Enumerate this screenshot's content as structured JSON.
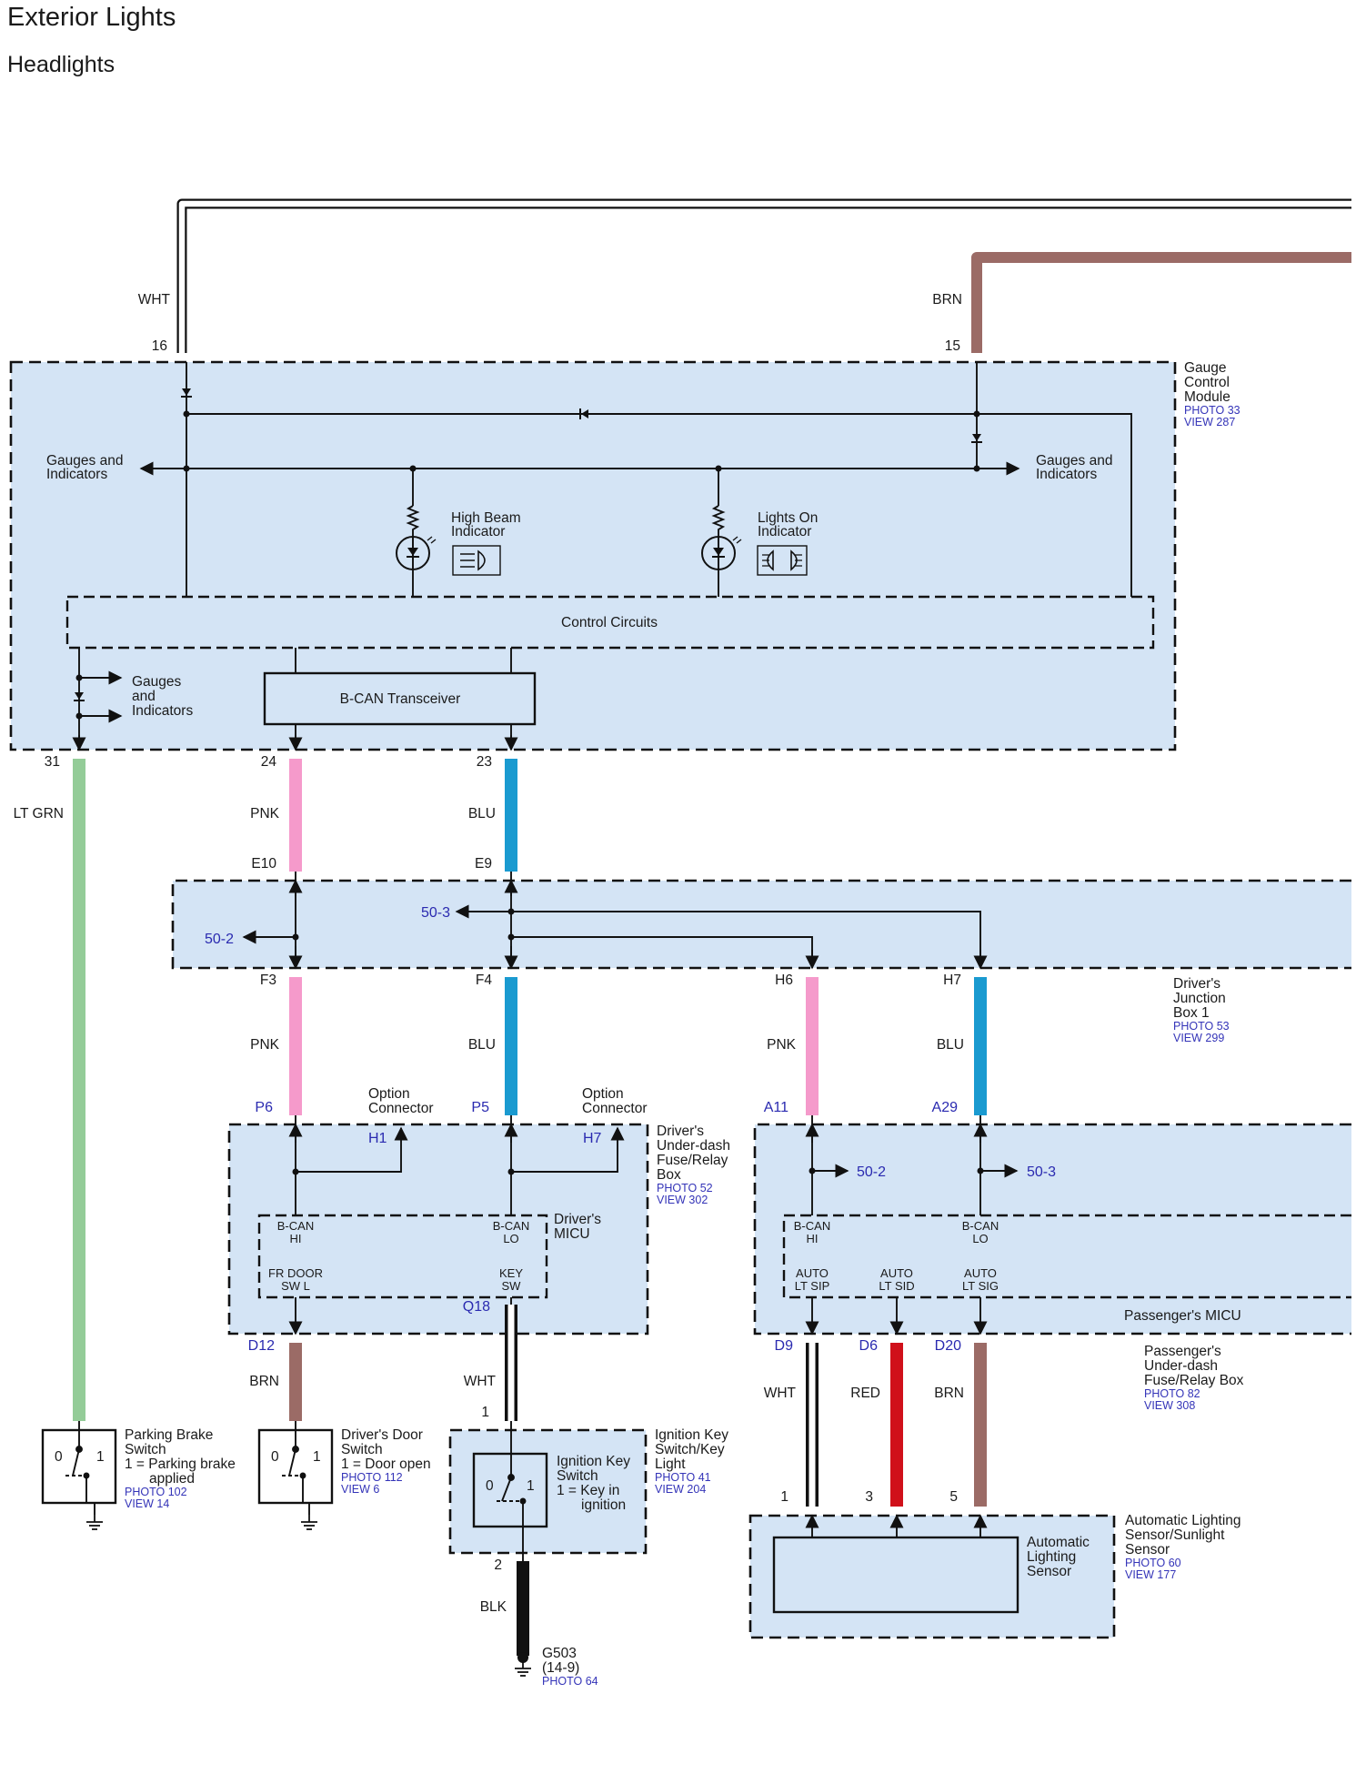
{
  "page_title": "Exterior Lights",
  "section_title": "Headlights",
  "gauge_module": {
    "name_lines": [
      "Gauge",
      "Control",
      "Module"
    ],
    "photo": "PHOTO 33",
    "view": "VIEW 287",
    "pin_16": "16",
    "pin_15": "15",
    "wire_16": "WHT",
    "wire_15": "BRN",
    "gauges_left": [
      "Gauges and",
      "Indicators"
    ],
    "gauges_right": [
      "Gauges and",
      "Indicators"
    ],
    "gauges_lower": [
      "Gauges",
      "and",
      "Indicators"
    ],
    "high_beam": [
      "High Beam",
      "Indicator"
    ],
    "lights_on": [
      "Lights On",
      "Indicator"
    ],
    "control_circuits": "Control Circuits",
    "bcan_transceiver": "B-CAN Transceiver",
    "pin_31": "31",
    "pin_24": "24",
    "pin_23": "23"
  },
  "wires_top": {
    "lt_grn": "LT GRN",
    "pnk": "PNK",
    "blu": "BLU"
  },
  "junction_box": {
    "name_lines": [
      "Driver's",
      "Junction",
      "Box 1"
    ],
    "photo": "PHOTO 53",
    "view": "VIEW 299",
    "pin_e10": "E10",
    "pin_e9": "E9",
    "ref_50_3": "50-3",
    "ref_50_2": "50-2",
    "pin_f3": "F3",
    "pin_f4": "F4",
    "pin_h6": "H6",
    "pin_h7": "H7",
    "wire_f3": "PNK",
    "wire_f4": "BLU",
    "wire_h6": "PNK",
    "wire_h7": "BLU"
  },
  "driver_fuse_box": {
    "name_lines": [
      "Driver's",
      "Under-dash",
      "Fuse/Relay",
      "Box"
    ],
    "photo": "PHOTO 52",
    "view": "VIEW 302",
    "pin_p6": "P6",
    "pin_p5": "P5",
    "option_connector": [
      "Option",
      "Connector"
    ],
    "pin_h1": "H1",
    "pin_h7": "H7",
    "micu_name": [
      "Driver's",
      "MICU"
    ],
    "bcan_hi": [
      "B-CAN",
      "HI"
    ],
    "bcan_lo": [
      "B-CAN",
      "LO"
    ],
    "fr_door": [
      "FR DOOR",
      "SW L"
    ],
    "key_sw": [
      "KEY",
      "SW"
    ],
    "pin_q18": "Q18",
    "pin_d12": "D12",
    "wire_d12": "BRN",
    "wire_q18": "WHT"
  },
  "passenger_fuse_box": {
    "name_lines": [
      "Passenger's",
      "Under-dash",
      "Fuse/Relay Box"
    ],
    "photo": "PHOTO 82",
    "view": "VIEW 308",
    "pin_a11": "A11",
    "pin_a29": "A29",
    "ref_50_2": "50-2",
    "ref_50_3": "50-3",
    "bcan_hi": [
      "B-CAN",
      "HI"
    ],
    "bcan_lo": [
      "B-CAN",
      "LO"
    ],
    "auto_sip": [
      "AUTO",
      "LT SIP"
    ],
    "auto_sid": [
      "AUTO",
      "LT SID"
    ],
    "auto_sig": [
      "AUTO",
      "LT SIG"
    ],
    "micu_name": "Passenger's MICU",
    "pin_d9": "D9",
    "pin_d6": "D6",
    "pin_d20": "D20",
    "wire_d9": "WHT",
    "wire_d6": "RED",
    "wire_d20": "BRN"
  },
  "parking_brake": {
    "name_lines": [
      "Parking Brake",
      "Switch",
      "1 = Parking brake",
      "applied"
    ],
    "photo": "PHOTO 102",
    "view": "VIEW 14",
    "pos0": "0",
    "pos1": "1"
  },
  "door_switch": {
    "name_lines": [
      "Driver's Door",
      "Switch",
      "1 = Door open"
    ],
    "photo": "PHOTO 112",
    "view": "VIEW 6",
    "pos0": "0",
    "pos1": "1"
  },
  "ignition": {
    "name_lines": [
      "Ignition Key",
      "Switch/Key",
      "Light"
    ],
    "photo": "PHOTO 41",
    "view": "VIEW 204",
    "inner_lines": [
      "Ignition Key",
      "Switch",
      "1 = Key in",
      "ignition"
    ],
    "pos0": "0",
    "pos1": "1",
    "pin_1": "1",
    "pin_2": "2",
    "wire_blk": "BLK",
    "ground_lines": [
      "G503",
      "(14-9)"
    ],
    "ground_photo": "PHOTO 64"
  },
  "light_sensor": {
    "name_lines": [
      "Automatic Lighting",
      "Sensor/Sunlight",
      "Sensor"
    ],
    "photo": "PHOTO 60",
    "view": "VIEW 177",
    "inner_lines": [
      "Automatic",
      "Lighting",
      "Sensor"
    ],
    "pin_1": "1",
    "pin_3": "3",
    "pin_5": "5"
  },
  "colors": {
    "box_fill": "#d4e4f5",
    "wire_brn": "#9b6b66",
    "wire_pnk": "#f59acb",
    "wire_blu": "#1a9ad0",
    "wire_ltgrn": "#94cc98",
    "wire_red": "#d0101a",
    "wire_blk": "#111111",
    "ref_text": "#2a2ab0"
  }
}
